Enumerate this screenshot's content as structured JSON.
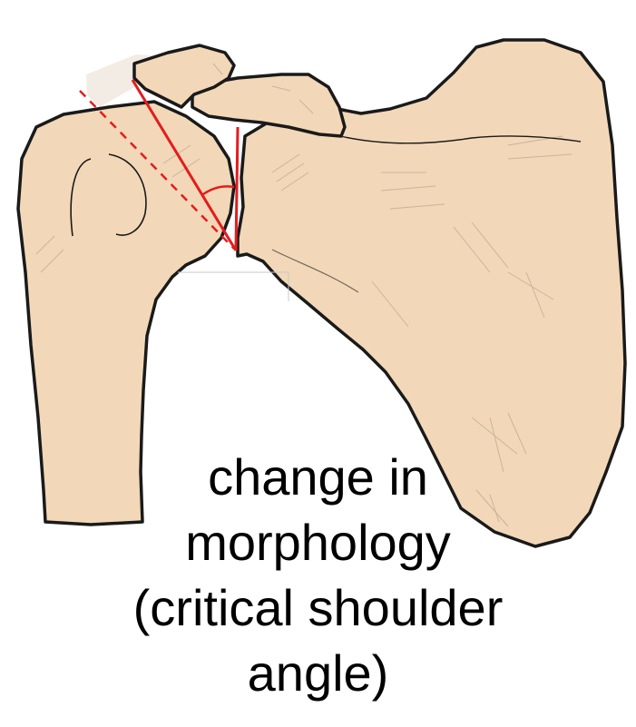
{
  "figure": {
    "caption_lines": [
      "change in",
      "morphology",
      "(critical shoulder",
      "angle)"
    ]
  },
  "colors": {
    "bone_fill": "#f2d8b8",
    "acromion_shadow": "#f3ece4",
    "outline": "#1a1a1a",
    "angle_lines": "#e41c1c",
    "hatching": "#b8a58f"
  },
  "annotations": {
    "angle_lines": [
      "solid",
      "dashed",
      "arc"
    ]
  }
}
